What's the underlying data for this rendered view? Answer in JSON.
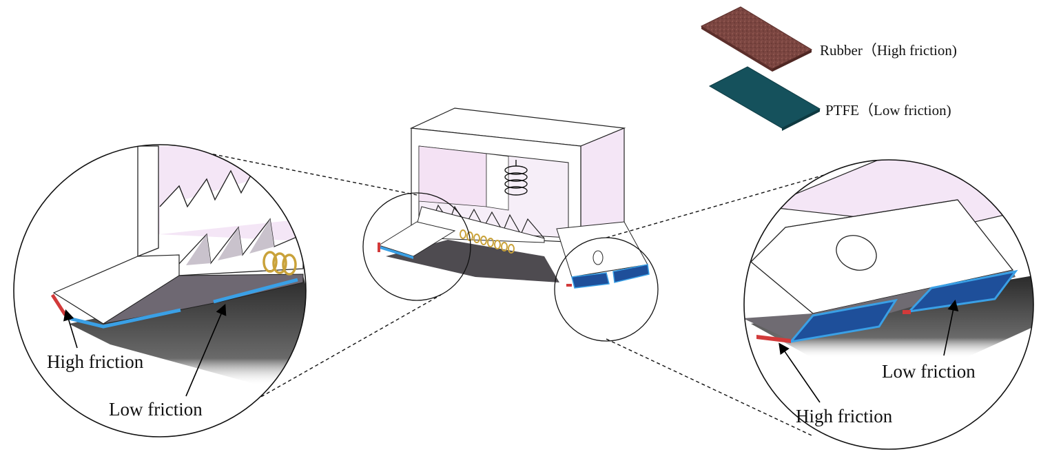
{
  "legend": {
    "rubber_label": "Rubber（High friction)",
    "ptfe_label": "PTFE（Low friction)"
  },
  "left_zoom": {
    "high_label": "High friction",
    "low_label": "Low friction"
  },
  "right_zoom": {
    "high_label": "High friction",
    "low_label": "Low friction"
  },
  "colors": {
    "rubber": "#7a4540",
    "ptfe": "#15515c",
    "pad_blue": "#1e4f9a",
    "pad_edge": "#3aa0e6",
    "pad_red": "#d23a3a",
    "wall_pink": "#f4e6f6",
    "underside": "#4a474c",
    "spring_gold": "#c9a23a"
  }
}
